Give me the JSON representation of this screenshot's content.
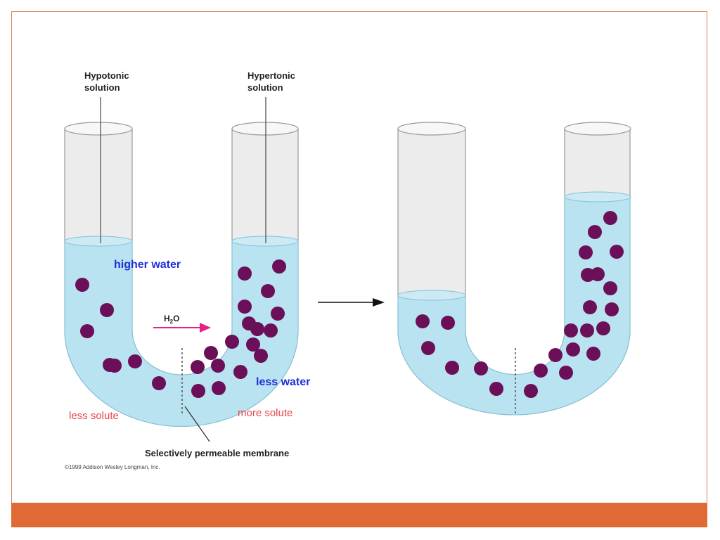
{
  "labels": {
    "hypotonic_line1": "Hypotonic",
    "hypotonic_line2": "solution",
    "hypertonic_line1": "Hypertonic",
    "hypertonic_line2": "solution",
    "higher_water": "higher water",
    "less_water": "less water",
    "h2o_main": "H",
    "h2o_sub": "2",
    "h2o_end": "O",
    "less_solute": "less solute",
    "more_solute": "more solute",
    "membrane": "Selectively permeable membrane",
    "copyright": "©1999 Addison Wesley Longman, Inc."
  },
  "colors": {
    "frame_border": "#d9825a",
    "footer_bar": "#e06a35",
    "water": "#b9e3f0",
    "water_edge": "#7fc2d8",
    "tube_glass": "#ececec",
    "tube_outline": "#9a9a9a",
    "solute": "#6b0f58",
    "label_blue": "#1f2fd6",
    "label_red": "#e8444a",
    "arrow_pink": "#e8208a"
  },
  "particles": {
    "before_left_count": 7,
    "before_right_count": 17,
    "after_left_count": 7,
    "after_right_count": 17
  }
}
